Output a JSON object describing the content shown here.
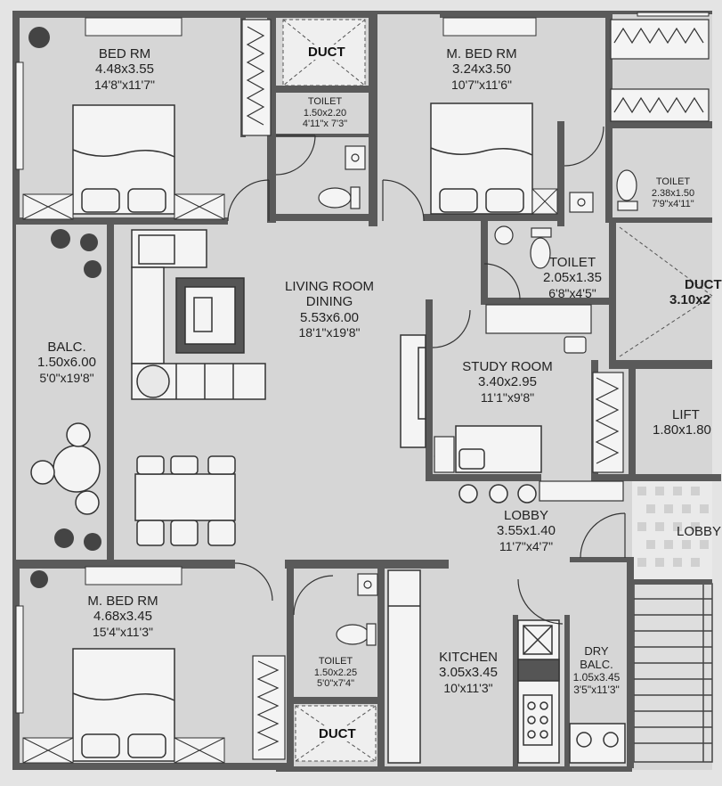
{
  "rooms": [
    {
      "key": "bed_rm",
      "name": "BED RM",
      "dims": "4.48x3.55",
      "feet": "14'8\"x11'7\""
    },
    {
      "key": "m_bed_rm_top",
      "name": "M. BED RM",
      "dims": "3.24x3.50",
      "feet": "10'7\"x11'6\""
    },
    {
      "key": "toilet_top_left",
      "name": "TOILET",
      "dims": "1.50x2.20",
      "feet": "4'11\"x 7'3\""
    },
    {
      "key": "toilet_top_right",
      "name": "TOILET",
      "dims": "2.38x1.50",
      "feet": "7'9\"x4'11\""
    },
    {
      "key": "toilet_mid",
      "name": "TOILET",
      "dims": "2.05x1.35",
      "feet": "6'8\"x4'5\""
    },
    {
      "key": "living",
      "name": "LIVING ROOM",
      "name2": "DINING",
      "dims": "5.53x6.00",
      "feet": "18'1\"x19'8\""
    },
    {
      "key": "balc",
      "name": "BALC.",
      "dims": "1.50x6.00",
      "feet": "5'0\"x19'8\""
    },
    {
      "key": "study",
      "name": "STUDY ROOM",
      "dims": "3.40x2.95",
      "feet": "11'1\"x9'8\""
    },
    {
      "key": "lift",
      "name": "LIFT",
      "dims": "1.80x1.80"
    },
    {
      "key": "lobby",
      "name": "LOBBY",
      "dims": "3.55x1.40",
      "feet": "11'7\"x4'7\""
    },
    {
      "key": "lobby_right",
      "name": "LOBBY"
    },
    {
      "key": "m_bed_rm_bottom",
      "name": "M. BED RM",
      "dims": "4.68x3.45",
      "feet": "15'4\"x11'3\""
    },
    {
      "key": "toilet_bottom",
      "name": "TOILET",
      "dims": "1.50x2.25",
      "feet": "5'0\"x7'4\""
    },
    {
      "key": "kitchen",
      "name": "KITCHEN",
      "dims": "3.05x3.45",
      "feet": "10'x11'3\""
    },
    {
      "key": "dry_balc",
      "name": "DRY",
      "name2": "BALC.",
      "dims": "1.05x3.45",
      "feet": "3'5\"x11'3\""
    },
    {
      "key": "duct_right",
      "name": "DUCT",
      "dims": "3.10x2"
    }
  ],
  "ducts": [
    "DUCT",
    "DUCT"
  ],
  "colors": {
    "wall": "#5a5a5a",
    "floor": "#d6d6d6",
    "furniture": "#f4f4f4",
    "line": "#333333",
    "plant": "#444444"
  }
}
